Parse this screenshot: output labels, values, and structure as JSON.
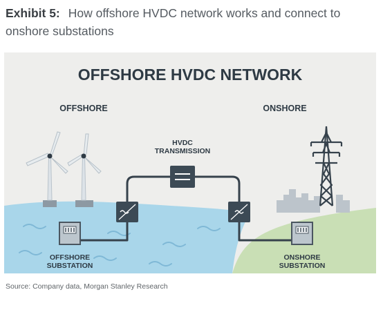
{
  "caption": {
    "label": "Exhibit 5:",
    "text": "How offshore HVDC network works and connect to onshore substations"
  },
  "diagram": {
    "title": "OFFSHORE HVDC NETWORK",
    "offshore_heading": "OFFSHORE",
    "onshore_heading": "ONSHORE",
    "transmission_label_line1": "HVDC",
    "transmission_label_line2": "TRANSMISSION",
    "offshore_substation_line1": "OFFSHORE",
    "offshore_substation_line2": "SUBSTATION",
    "onshore_substation_line1": "ONSHORE",
    "onshore_substation_line2": "SUBSTATION",
    "colors": {
      "background": "#eeeeec",
      "sea": "#a9d6ea",
      "land": "#c9dfb5",
      "dark": "#3c4a55",
      "text": "#2e3a44"
    }
  },
  "source": "Source: Company data, Morgan Stanley Research"
}
